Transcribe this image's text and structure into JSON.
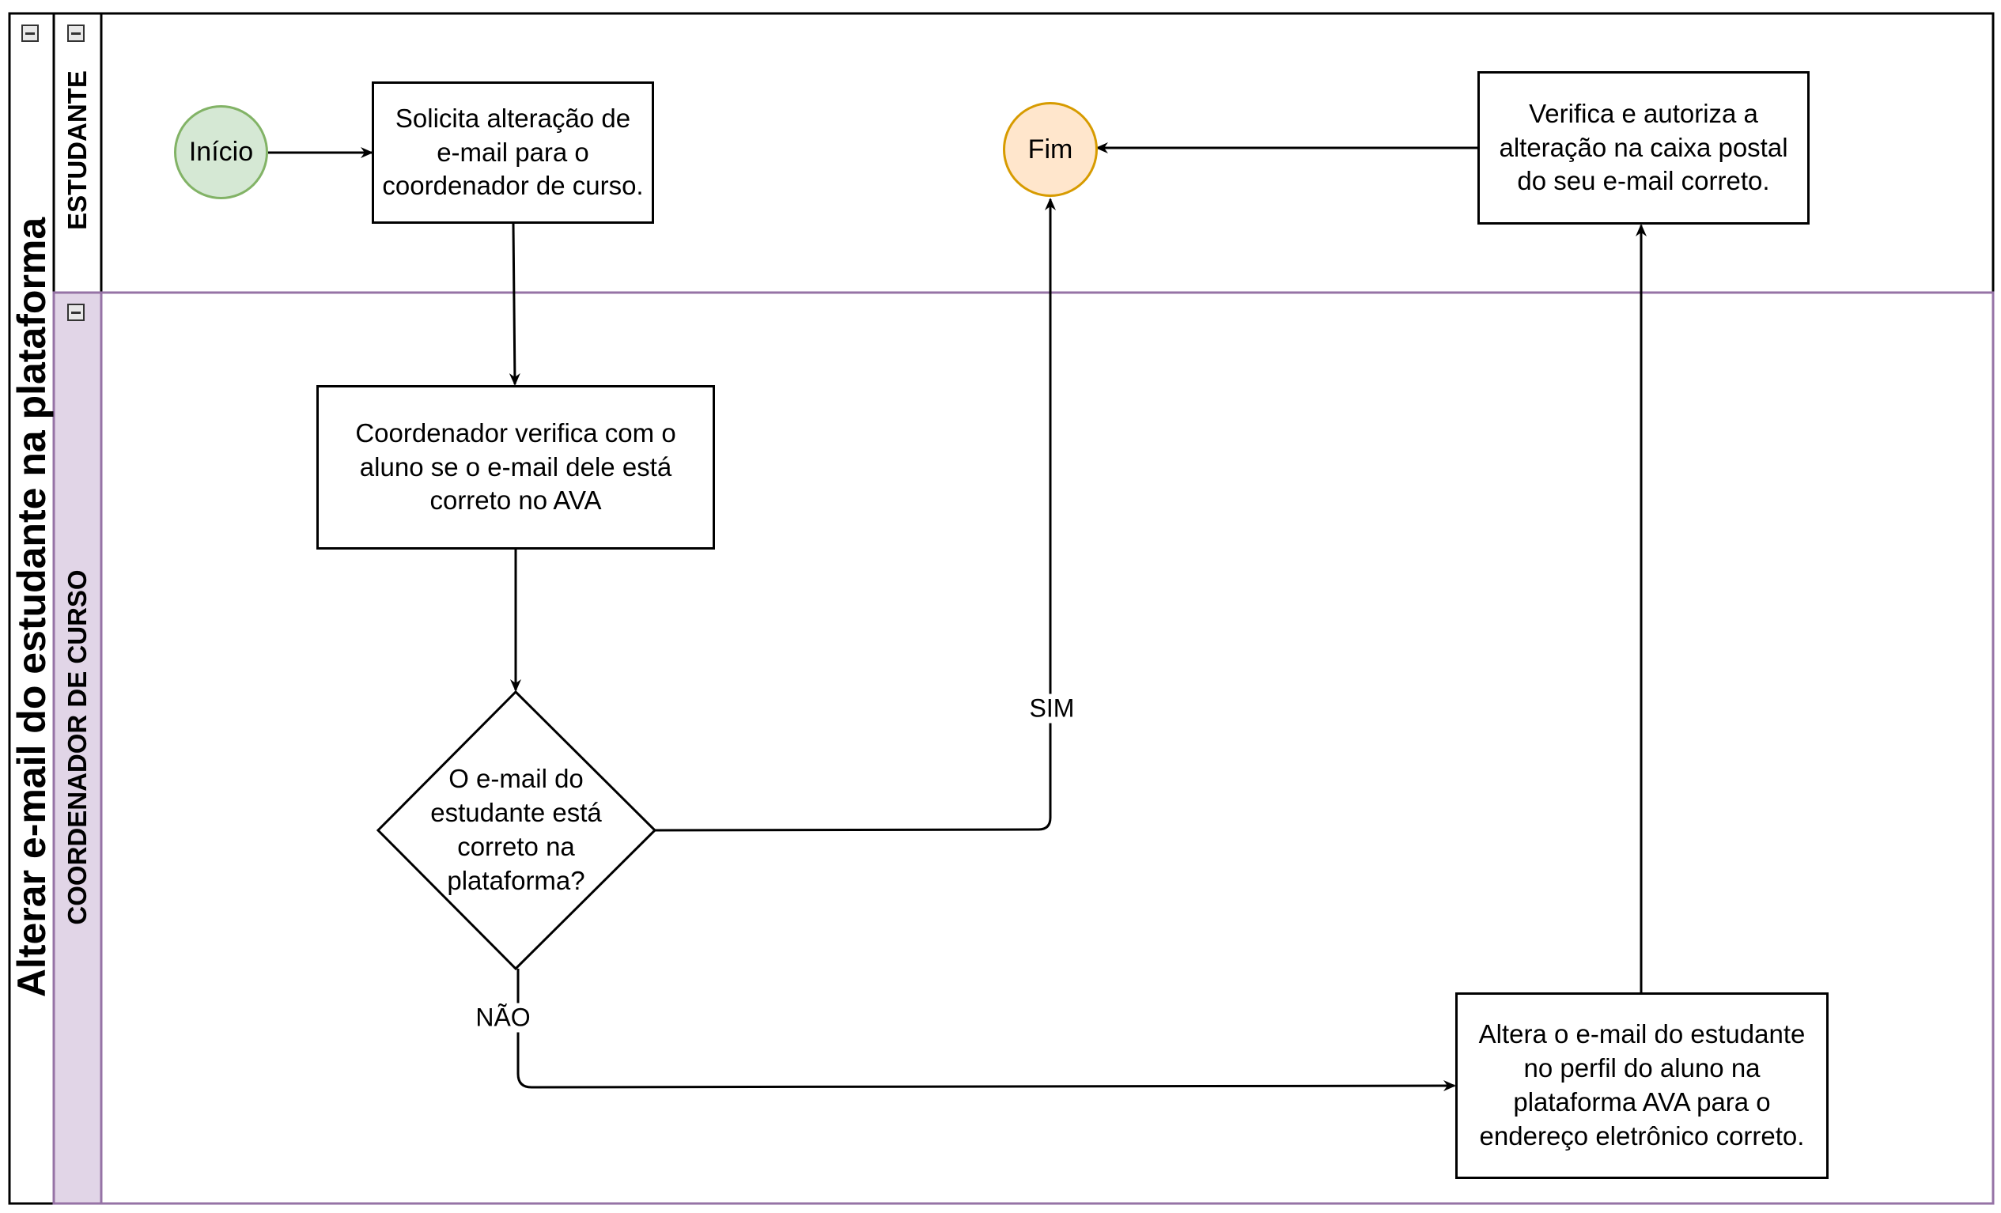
{
  "pool": {
    "title": "Alterar e-mail do estudante na plataforma"
  },
  "lanes": [
    {
      "id": "estudante",
      "title": "ESTUDANTE",
      "color": "#ffffff"
    },
    {
      "id": "coordenador",
      "title": "COORDENADOR DE CURSO",
      "color": "#e1d5e7"
    }
  ],
  "nodes": {
    "inicio": {
      "label": "Início",
      "fill": "#d5e8d4",
      "stroke": "#82b366"
    },
    "solicita": {
      "label": "Solicita alteração de e-mail para o coordenador de curso."
    },
    "verifica_coord": {
      "label": "Coordenador verifica com o aluno se o e-mail dele está correto no AVA"
    },
    "decisao": {
      "label": "O e-mail do estudante está correto na plataforma?"
    },
    "altera": {
      "label": "Altera o e-mail do estudante no perfil do aluno na plataforma AVA para o endereço eletrônico correto."
    },
    "verifica_autoriza": {
      "label": "Verifica e autoriza a alteração na caixa postal do seu e-mail correto."
    },
    "fim": {
      "label": "Fim",
      "fill": "#ffe6cc",
      "stroke": "#d79b00"
    }
  },
  "edges": {
    "sim_label": "SIM",
    "nao_label": "NÃO"
  }
}
